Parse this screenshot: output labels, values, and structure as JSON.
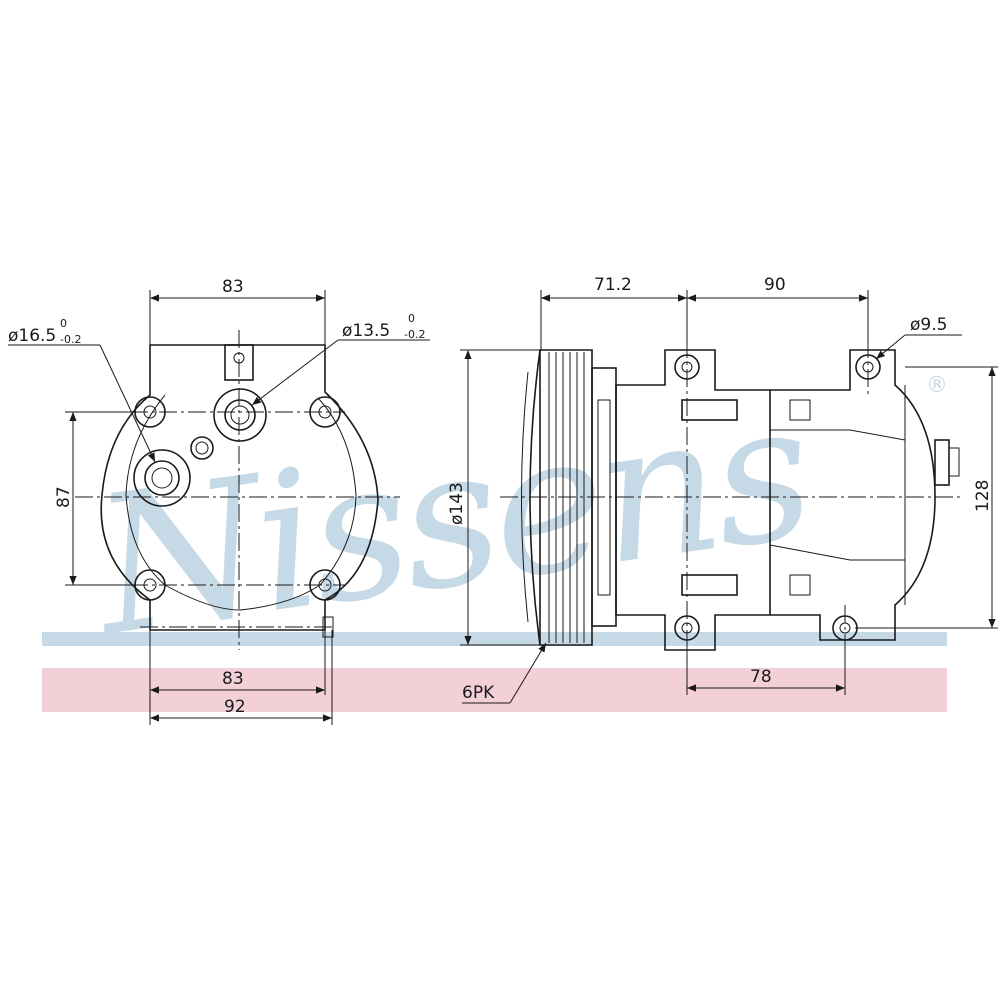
{
  "brand": {
    "watermark_text": "Nissens",
    "registered_mark": "®",
    "watermark_color": "#c5d9e6",
    "band_blue": "#c5d9e6",
    "band_pink": "#f3cfd8"
  },
  "front_view": {
    "top_width": "83",
    "height": "87",
    "bottom_width_inner": "83",
    "bottom_width_outer": "92",
    "port_left": {
      "label": "ø16.5",
      "tol_upper": "0",
      "tol_lower": "-0.2"
    },
    "port_right": {
      "label": "ø13.5",
      "tol_upper": "0",
      "tol_lower": "-0.2"
    }
  },
  "side_view": {
    "pulley_to_mount": "71.2",
    "mount_spacing_top": "90",
    "hole_diameter": "ø9.5",
    "pulley_diameter": "ø143",
    "overall_height": "128",
    "mount_spacing_bottom": "78",
    "belt_type": "6PK"
  }
}
